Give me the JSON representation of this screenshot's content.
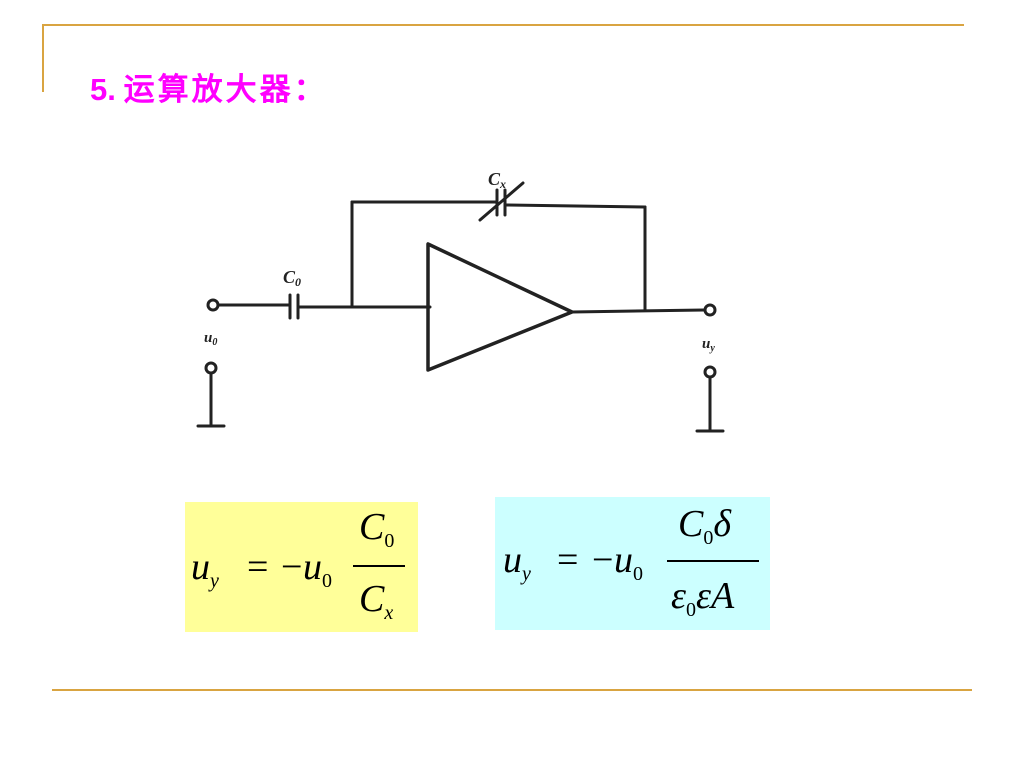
{
  "slide": {
    "title_number": "5.",
    "title_text": "运算放大器："
  },
  "diagram": {
    "labels": {
      "feedback_cap": "C",
      "feedback_cap_sub": "x",
      "input_cap": "C",
      "input_cap_sub": "0",
      "input_voltage": "u",
      "input_voltage_sub": "0",
      "output_voltage": "u",
      "output_voltage_sub": "y"
    }
  },
  "formula1": {
    "lhs_var": "u",
    "lhs_sub": "y",
    "equals": "=",
    "minus": "−",
    "rhs_var": "u",
    "rhs_sub": "0",
    "num_var": "C",
    "num_sub": "0",
    "den_var": "C",
    "den_sub": "x",
    "bg_color": "#ffff99"
  },
  "formula2": {
    "lhs_var": "u",
    "lhs_sub": "y",
    "equals": "=",
    "minus": "−",
    "rhs_var": "u",
    "rhs_sub": "0",
    "num_var": "C",
    "num_sub": "0",
    "num_tail": "δ",
    "den_var": "ε",
    "den_sub": "0",
    "den_tail": "εA",
    "bg_color": "#ccffff"
  },
  "colors": {
    "title": "#ff00ff",
    "rules": "#d9a441"
  }
}
